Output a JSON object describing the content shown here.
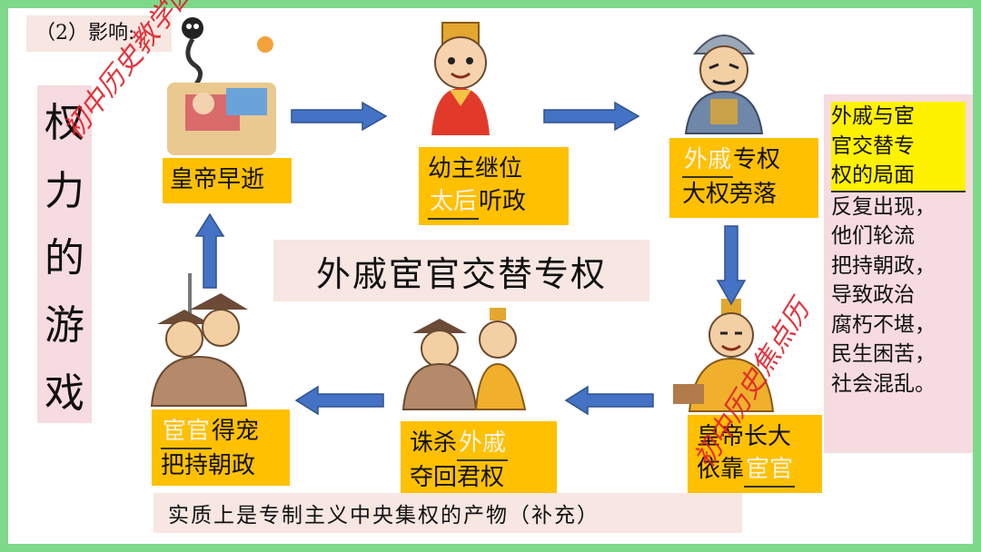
{
  "header": {
    "label": "（2）影响:"
  },
  "vertical_title": {
    "chars": [
      "权",
      "力",
      "的",
      "游",
      "戏"
    ]
  },
  "center_title": "外戚宦官交替专权",
  "nodes": {
    "emperor_dies": {
      "line1": "皇帝早逝"
    },
    "young_ruler": {
      "line1": "幼主继位",
      "line2_hl": "太后",
      "line2_rest": "听政"
    },
    "consort_power": {
      "line1_hl": "外戚",
      "line1_rest": "专权",
      "line2": "大权旁落"
    },
    "emperor_grows": {
      "line1": "皇帝长大",
      "line2_pre": "依靠",
      "line2_hl": "宦官"
    },
    "kill_consort": {
      "line1_pre": "诛杀",
      "line1_hl": "外戚",
      "line2": "夺回君权"
    },
    "eunuch_favored": {
      "line1_hl": "宦官",
      "line1_rest": "得宠",
      "line2": "把持朝政"
    }
  },
  "right_panel": {
    "highlight_lines": [
      "外戚与宦",
      "官交替专",
      "权的局面"
    ],
    "lines": [
      "反复出现，",
      "他们轮流",
      "把持朝政，",
      "导致政治",
      "腐朽不堪，",
      "民生困苦，",
      "社会混乱。"
    ]
  },
  "bottom_note": "实质上是专制主义中央集权的产物（补充）",
  "watermarks": {
    "left": "初中历史教学园地",
    "right": "初中历史焦点历"
  },
  "colors": {
    "box": "#ffc000",
    "arrow": "#4472c4",
    "pink": "#f6dbe0",
    "frame": "#7ed88a",
    "highlight": "#fff200"
  }
}
